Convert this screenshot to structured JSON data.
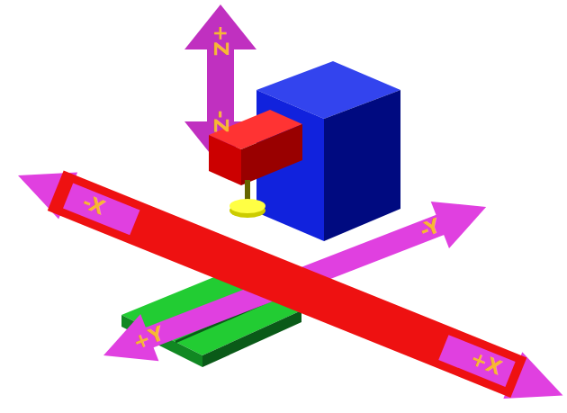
{
  "diagram": {
    "labels": [
      "+Z",
      "-Z",
      "-X",
      "-Y",
      "+Y",
      "+X"
    ]
  }
}
